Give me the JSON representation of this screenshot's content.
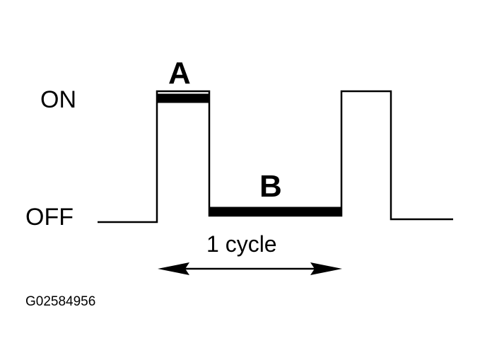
{
  "labels": {
    "on": "ON",
    "off": "OFF",
    "segment_a": "A",
    "segment_b": "B",
    "cycle": "1 cycle",
    "figure_code": "G02584956"
  }
}
